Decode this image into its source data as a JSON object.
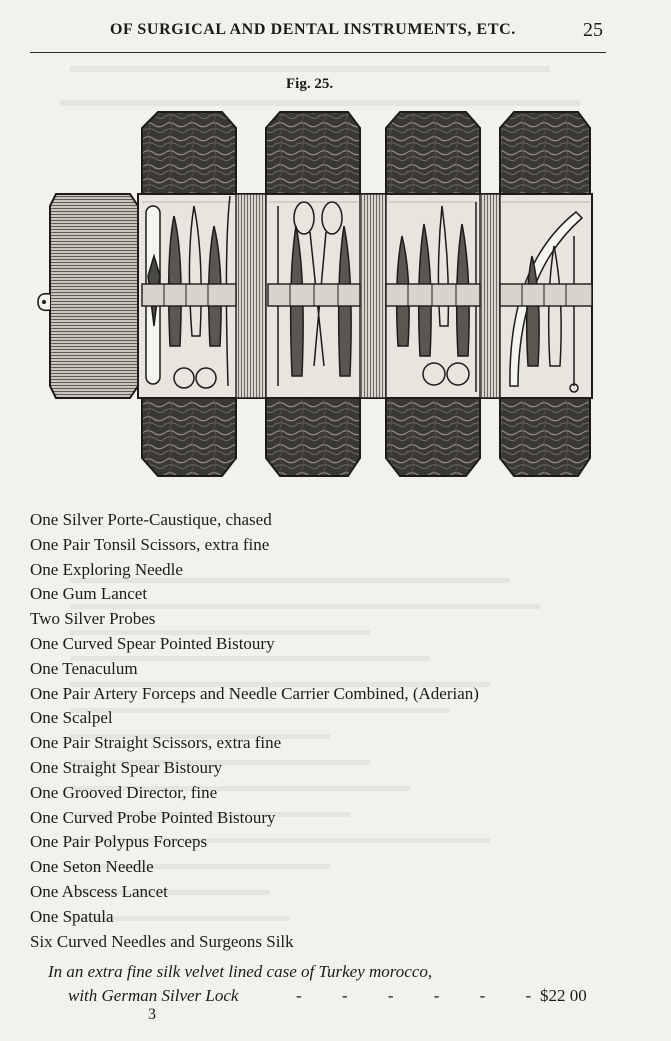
{
  "header": {
    "title": "OF SURGICAL AND DENTAL INSTRUMENTS, ETC.",
    "page_number": "25"
  },
  "figure": {
    "label": "Fig. 25."
  },
  "items": [
    "One Silver Porte-Caustique, chased",
    "One Pair Tonsil Scissors, extra fine",
    "One Exploring Needle",
    "One Gum Lancet",
    "Two Silver Probes",
    "One Curved Spear Pointed Bistoury",
    "One Tenaculum",
    "One Pair Artery Forceps and Needle Carrier Combined, (Aderian)",
    "One Scalpel",
    "One Pair Straight Scissors, extra fine",
    "One Straight Spear Bistoury",
    "One Grooved Director, fine",
    "One Curved Probe Pointed Bistoury",
    "One Pair Polypus Forceps",
    "One Seton Needle",
    "One Abscess Lancet",
    "One Spatula",
    "Six Curved Needles and Surgeons Silk"
  ],
  "case": {
    "line1": "In an extra fine silk velvet lined case of Turkey morocco,",
    "line2": "with German Silver Lock",
    "leaders": "- - - - - -",
    "price": "$22 00"
  },
  "signature_mark": "3"
}
